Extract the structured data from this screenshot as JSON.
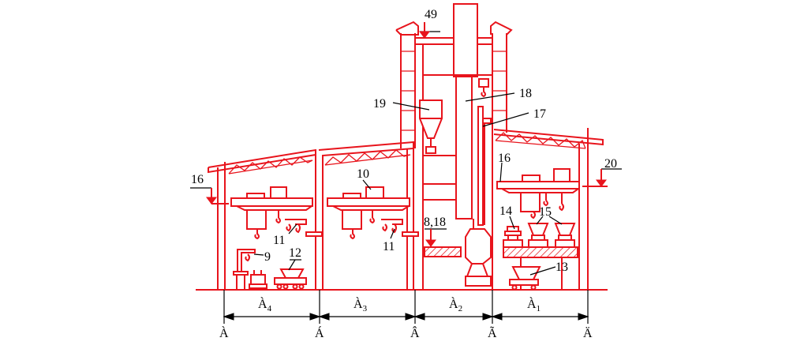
{
  "callouts": {
    "c49": "49",
    "c19": "19",
    "c18": "18",
    "c17": "17",
    "c16_left": "16",
    "c16_right": "16",
    "c20": "20",
    "c10": "10",
    "c11_a": "11",
    "c11_b": "11",
    "c9": "9",
    "c12": "12",
    "c8_18": "8,18",
    "c14": "14",
    "c15": "15",
    "c13": "13"
  },
  "spans": [
    {
      "main": "À",
      "sub": "4"
    },
    {
      "main": "À",
      "sub": "3"
    },
    {
      "main": "À",
      "sub": "2"
    },
    {
      "main": "À",
      "sub": "1"
    }
  ],
  "axes": [
    "À",
    "Á",
    "Â",
    "Ã",
    "Ä"
  ],
  "colors": {
    "drawing": "#e8141c",
    "annotation": "#000000"
  }
}
